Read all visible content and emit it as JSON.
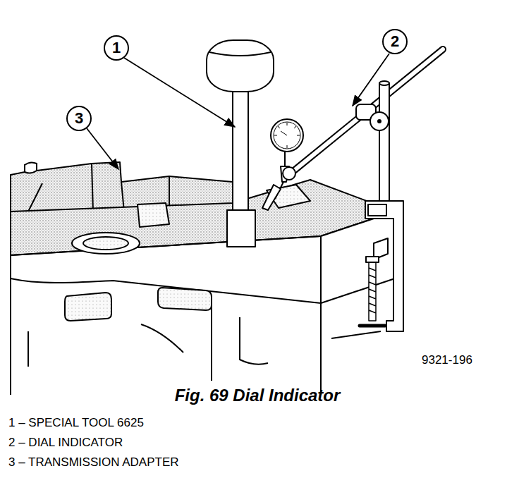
{
  "diagram": {
    "caption": "Fig. 69 Dial Indicator",
    "nodes": [
      {
        "text": [
          "1"
        ]
      },
      {
        "text": [
          "2"
        ]
      },
      {
        "text": [
          "3"
        ]
      }
    ],
    "labels": [
      "9321-196",
      "1 – SPECIAL TOOL 6625",
      "2 – DIAL INDICATOR",
      "3 – TRANSMISSION ADAPTER"
    ]
  }
}
